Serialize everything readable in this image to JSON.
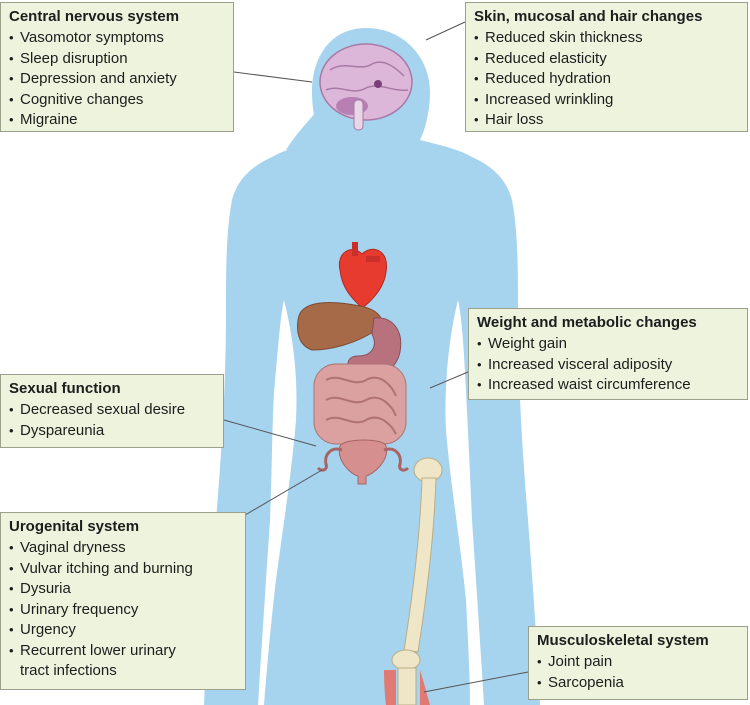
{
  "colors": {
    "body": "#a6d3ee",
    "box_fill": "#eef3dd",
    "box_border": "#9aa08a",
    "heart": "#e63b2e",
    "liver": "#a66a48",
    "stomach": "#b8727e",
    "intestine": "#dba0a0",
    "uterus": "#d48f8e",
    "bone": "#efe6c8",
    "brain": "#dcb7d9"
  },
  "boxes": [
    {
      "key": "cns",
      "title": "Central nervous system",
      "items": [
        "Vasomotor symptoms",
        "Sleep disruption",
        "Depression and anxiety",
        "Cognitive changes",
        "Migraine"
      ]
    },
    {
      "key": "skin",
      "title": "Skin, mucosal and hair changes",
      "items": [
        "Reduced skin thickness",
        "Reduced elasticity",
        "Reduced hydration",
        "Increased wrinkling",
        "Hair loss"
      ]
    },
    {
      "key": "weight",
      "title": "Weight and metabolic changes",
      "items": [
        "Weight gain",
        "Increased visceral adiposity",
        "Increased waist circumference"
      ]
    },
    {
      "key": "sexual",
      "title": "Sexual function",
      "items": [
        "Decreased sexual desire",
        "Dyspareunia"
      ]
    },
    {
      "key": "urogenital",
      "title": "Urogenital system",
      "items": [
        "Vaginal dryness",
        "Vulvar itching and burning",
        "Dysuria",
        "Urinary frequency",
        "Urgency",
        "Recurrent lower urinary",
        "tract infections"
      ]
    },
    {
      "key": "msk",
      "title": "Musculoskeletal system",
      "items": [
        "Joint pain",
        "Sarcopenia"
      ]
    }
  ]
}
